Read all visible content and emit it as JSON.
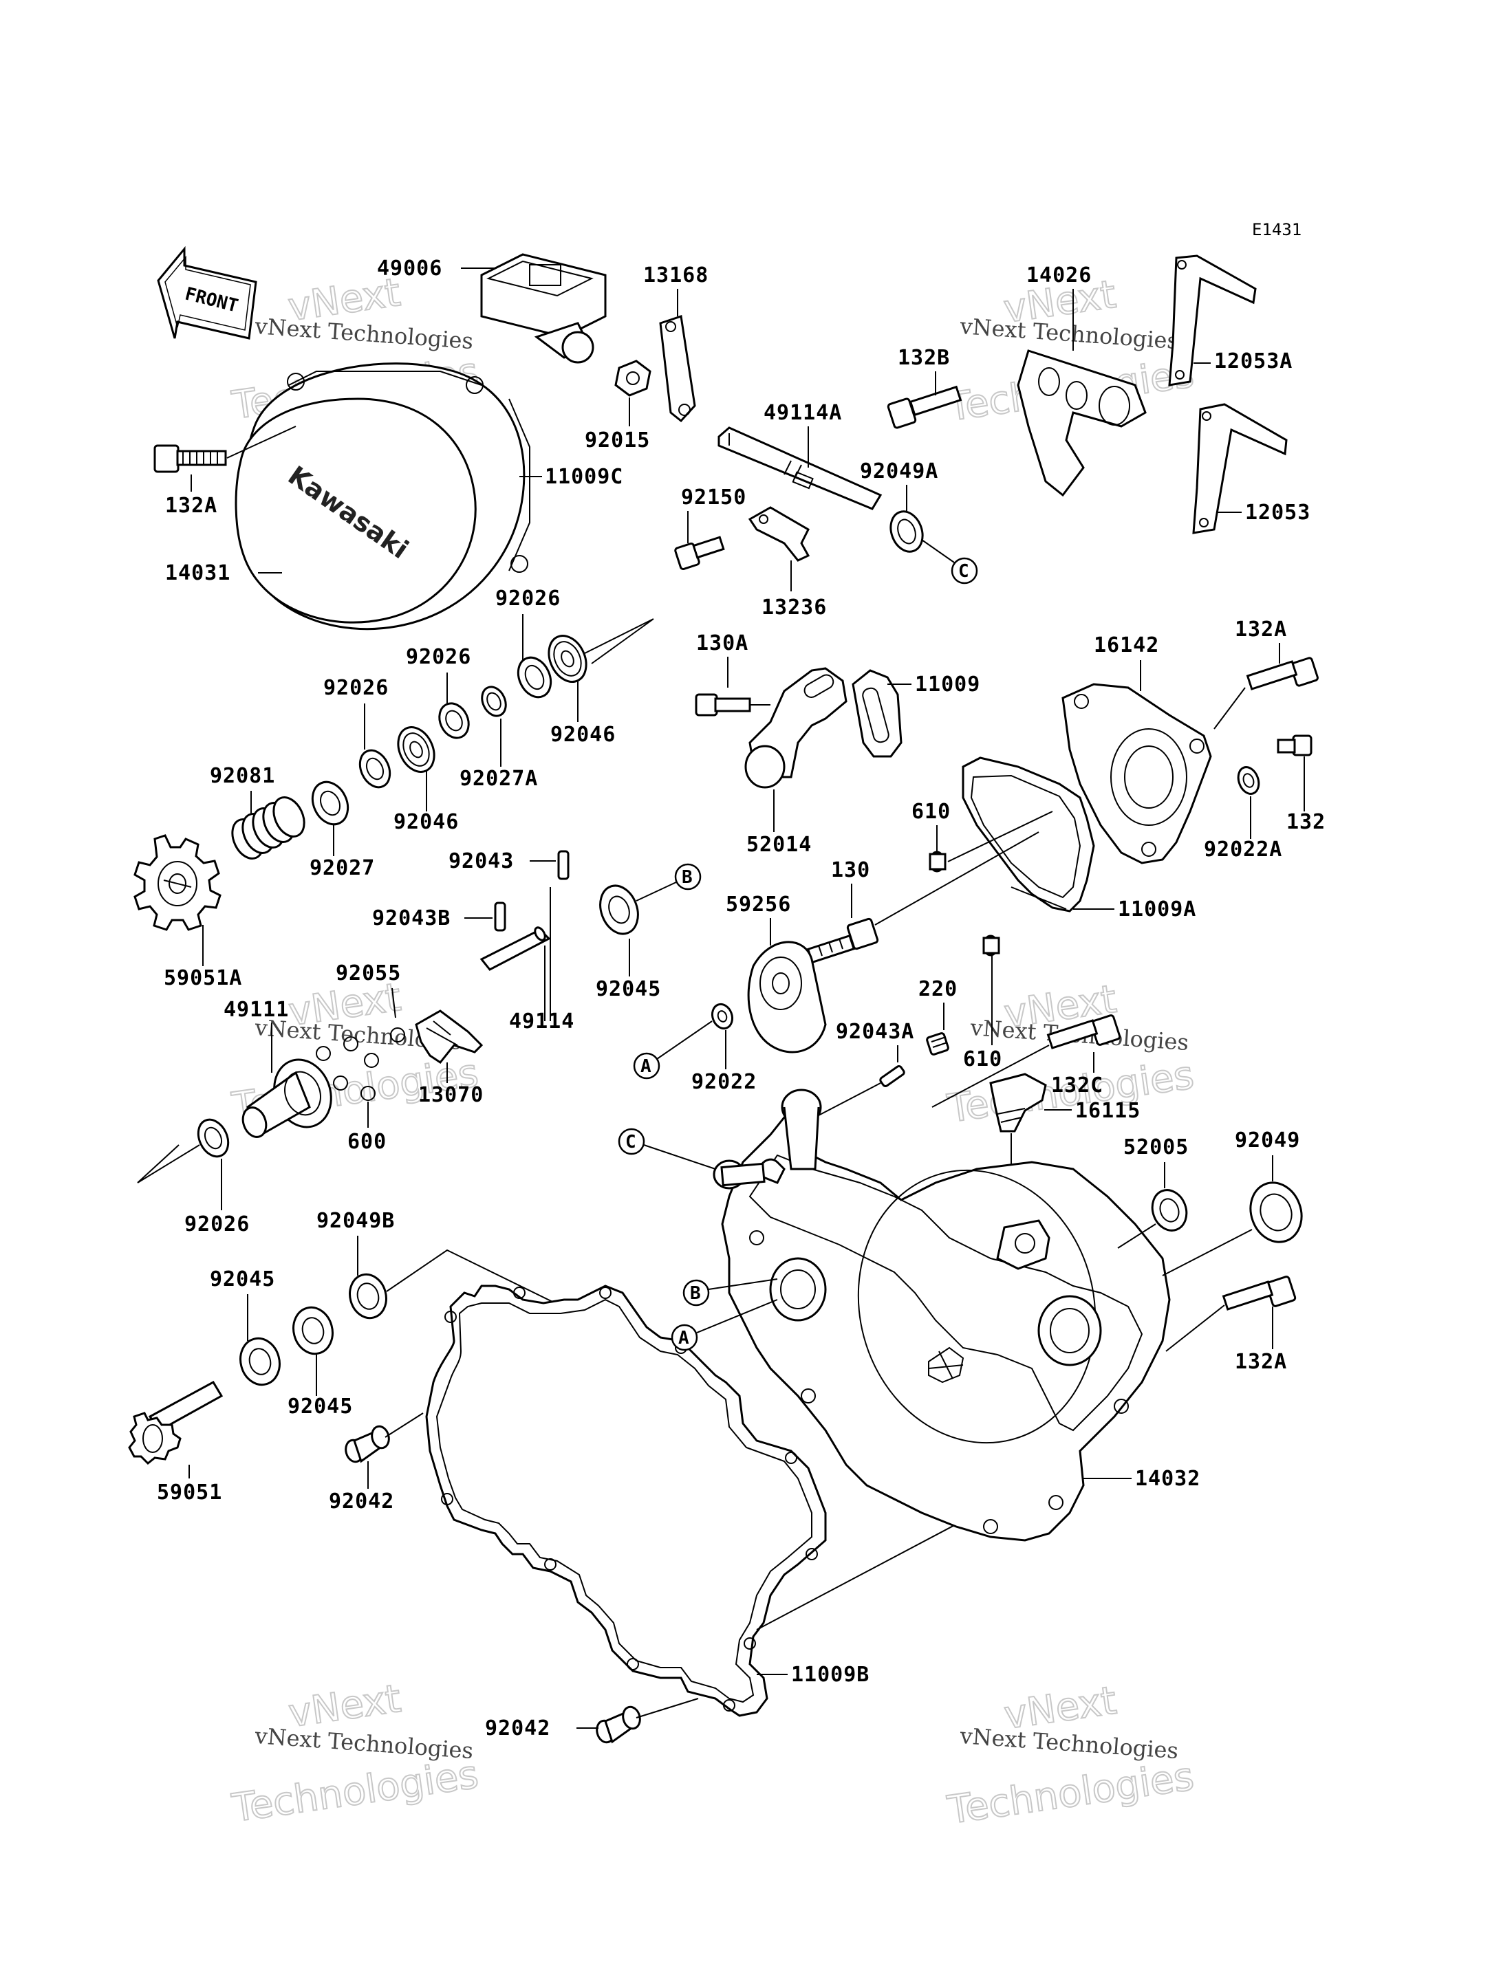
{
  "diagram": {
    "code": "E1431",
    "front_label": "FRONT",
    "cover_brand": "Kawasaki",
    "watermark": {
      "line1": "vNext Technologies",
      "line2": "vNext",
      "line3": "Technologies"
    },
    "refs": {
      "a": "A",
      "b": "B",
      "c": "C"
    },
    "labels": {
      "p49006": "49006",
      "p13168": "13168",
      "p14026": "14026",
      "p12053A": "12053A",
      "p132B": "132B",
      "p92015": "92015",
      "p49114A": "49114A",
      "p132A_top": "132A",
      "p11009C": "11009C",
      "p92049A": "92049A",
      "p12053": "12053",
      "p92150": "92150",
      "p14031": "14031",
      "p13236": "13236",
      "p92026_a": "92026",
      "p92026_b": "92026",
      "p92026_c": "92026",
      "p130A": "130A",
      "p16142": "16142",
      "p132A_right": "132A",
      "p11009": "11009",
      "p92046_a": "92046",
      "p92027A": "92027A",
      "p92081": "92081",
      "p92046_b": "92046",
      "p92027": "92027",
      "p610_a": "610",
      "p52014": "52014",
      "p132": "132",
      "p92022A": "92022A",
      "p92043": "92043",
      "p130": "130",
      "p59256": "59256",
      "p11009A": "11009A",
      "p92043B": "92043B",
      "p59051A": "59051A",
      "p92045_a": "92045",
      "p220": "220",
      "p92055": "92055",
      "p49111": "49111",
      "p49114": "49114",
      "p610_b": "610",
      "p92043A": "92043A",
      "p92022": "92022",
      "p132C": "132C",
      "p13070": "13070",
      "p16115": "16115",
      "p600": "600",
      "p52005": "52005",
      "p92049": "92049",
      "p92026_d": "92026",
      "p92049B": "92049B",
      "p92045_b": "92045",
      "p92045_c": "92045",
      "p132A_bottom": "132A",
      "p59051": "59051",
      "p92042_a": "92042",
      "p14032": "14032",
      "p11009B": "11009B",
      "p92042_b": "92042"
    }
  }
}
